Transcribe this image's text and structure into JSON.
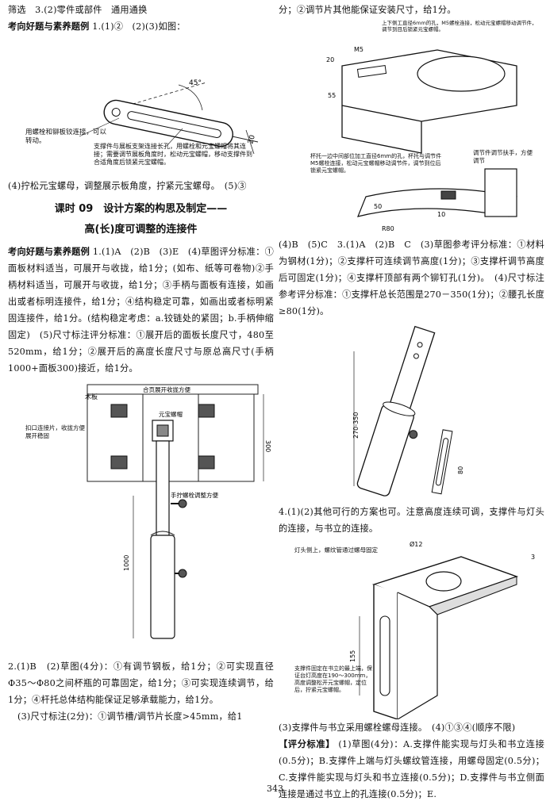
{
  "left": {
    "l1": "筛选　3.(2)零件或部件　通用通换",
    "l2a": "考向好题与素养题例",
    "l2b": "1.(1)②　(2)(3)如图：",
    "fig1": {
      "angle": "45°",
      "dim": "20",
      "ann1": "用螺栓和铆板铰连接，可以转动。",
      "ann2": "支撑件与展板支架连接长孔，用螺栓和元宝螺帽将其连接；需要调节展板角度时，松动元宝螺帽，移动支撑件到合适角度后锁紧元宝螺帽。"
    },
    "l3": "(4)拧松元宝螺母，调整展示板角度，拧紧元宝螺母。　(5)③",
    "title1": "课时 09　设计方案的构思及制定——",
    "title2": "高(长)度可调整的连接件",
    "para1a": "考向好题与素养题例",
    "para1b": "1.(1)A　(2)B　(3)E　(4)草图评分标准：①面板材料适当，可展开与收拢，给1分；(如布、纸等可卷物)②手柄材料适当，可展开与收拢，给1分；③手柄与面板有连接，如画出或者标明连接件，给1分；④结构稳定可靠，如画出或者标明紧固连接件，给1分。(结构稳定考虑：a.铰链处的紧固；b.手柄伸缩固定)　(5)尺寸标注评分标准：①展开后的面板长度尺寸，480至520mm，给1分；②展开后的高度长度尺寸与原总高尺寸(手柄1000+面板300)接近，给1分。",
    "fig2": {
      "board": "木板",
      "hinge": "合页展开收拢方便",
      "buckle": "扣口连接片，收拢方便展开稳固",
      "nut": "元宝螺帽",
      "bolt": "手拧螺栓调整方便",
      "dim300": "300",
      "dim1000": "1000"
    },
    "para2": "2.(1)B　(2)草图(4分)：①有调节钢板，给1分；②可实现直径Φ35～Φ80之间杯瓶的可靠固定，给1分；③可实现连续调节，给1分；④杆托总体结构能保证足够承载能力，给1分。",
    "para3": "(3)尺寸标注(2分)：①调节槽/调节片长度>45mm，给1"
  },
  "right": {
    "r1": "分；②调节片其他能保证安装尺寸，给1分。",
    "fig3": {
      "top_note": "上下侧工直径6mm的孔，M5螺栓连接，松动元宝螺帽移动调节件，调节到目后锁紧元宝螺帽。",
      "m5": "M5",
      "d20": "20",
      "d55": "55",
      "mid_note": "杯托一边中间部位加工直径6mm的孔，杯托与调节件M5螺栓连接，松动元宝螺帽移动调节件，调节到位后锁紧元宝螺帽。",
      "adj_note": "调节件调节扶手，方便调节",
      "d50": "50",
      "d10": "10",
      "d80": "R80"
    },
    "para4": "(4)B　(5)C　3.(1)A　(2)B　C　(3)草图参考评分标准：①材料为钢材(1分)；②支撑杆可连续调节高度(1分)；③支撑杆调节高度后可固定(1分)；④支撑杆顶部有两个铆钉孔(1分)。　(4)尺寸标注参考评分标准：①支撑杆总长范围是270－350(1分)；②腰孔长度≥80(1分)。",
    "fig4": {
      "d270": "270-350",
      "d80": "80"
    },
    "para5": "4.(1)(2)其他可行的方案也可。注意高度连续可调，支撑件与灯头的连接，与书立的连接。",
    "fig5": {
      "phi": "Ø12",
      "d3": "3",
      "note1": "灯头侧上，螺纹管通过螺母固定",
      "d155": "155",
      "note2": "支撑件固定在书立的最上端，保证台灯高度在190～300mm，高度调整松开元宝螺帽，定位后，拧紧元宝螺帽。"
    },
    "para6": "(3)支撑件与书立采用螺栓螺母连接。　(4)①③④(顺序不限)",
    "para7a": "【评分标准】",
    "para7b": "(1)草图(4分)：A.支撑件能实现与灯头和书立连接(0.5分)；B.支撑件上端与灯头螺纹管连接，用螺母固定(0.5分)；C.支撑件能实现与灯头和书立连接(0.5分)；D.支撑件与书立侧面连接是通过书立上的孔连接(0.5分)；E."
  },
  "page_number": "343"
}
